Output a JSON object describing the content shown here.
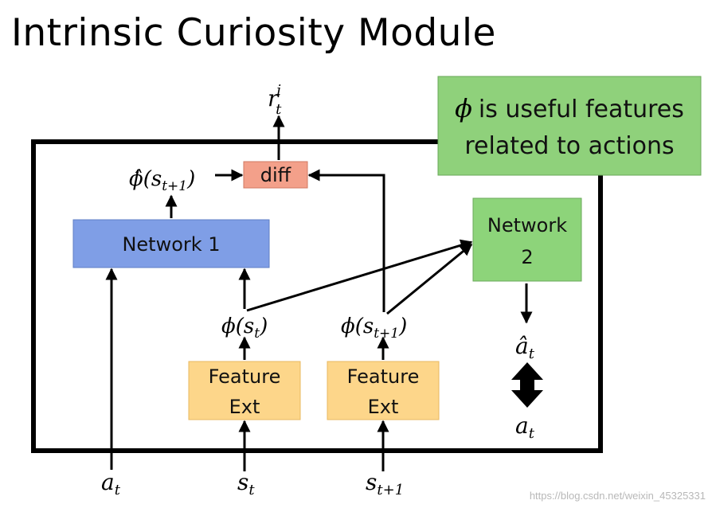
{
  "title": "Intrinsic Curiosity Module",
  "note": {
    "line1": "is useful features",
    "line2": "related to actions",
    "symbol": "ϕ"
  },
  "boxes": {
    "network1": "Network 1",
    "network2_line1": "Network",
    "network2_line2": "2",
    "diff": "diff",
    "feature_ext_a_line1": "Feature",
    "feature_ext_a_line2": "Ext",
    "feature_ext_b_line1": "Feature",
    "feature_ext_b_line2": "Ext"
  },
  "labels": {
    "reward_base": "r",
    "reward_sub": "t",
    "reward_sup": "i",
    "phi_hat_next": "ϕ̂(s",
    "phi_hat_next_sub": "t+1",
    "phi_st": "ϕ(s",
    "phi_st_sub": "t",
    "phi_st1": "ϕ(s",
    "phi_st1_sub": "t+1",
    "close_paren": ")",
    "a_hat_base": "â",
    "a_hat_sub": "t",
    "a_base": "a",
    "a_sub": "t",
    "input_a": "a",
    "input_a_sub": "t",
    "input_s": "s",
    "input_s_sub": "t",
    "input_s1": "s",
    "input_s1_sub": "t+1"
  },
  "colors": {
    "network1_fill": "#7f9ee6",
    "network2_fill": "#8dd47a",
    "diff_fill": "#f3a08a",
    "feature_fill": "#fdd68a",
    "note_fill": "#8fd17b"
  },
  "watermark": "https://blog.csdn.net/weixin_45325331"
}
